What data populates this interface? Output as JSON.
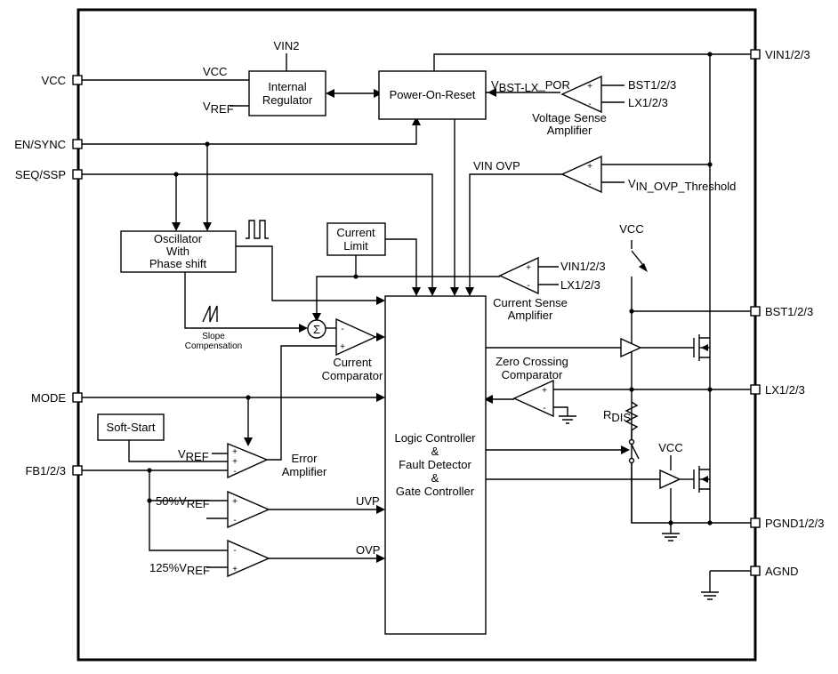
{
  "pins_left": {
    "vcc": "VCC",
    "en_sync": "EN/SYNC",
    "seq_ssp": "SEQ/SSP",
    "mode": "MODE",
    "fb": "FB1/2/3"
  },
  "pins_right": {
    "vin": "VIN1/2/3",
    "bst": "BST1/2/3",
    "lx": "LX1/2/3",
    "pgnd": "PGND1/2/3",
    "agnd": "AGND"
  },
  "blocks": {
    "internal_regulator": [
      "Internal",
      "Regulator"
    ],
    "por": "Power-On-Reset",
    "oscillator": [
      "Oscillator",
      "With",
      "Phase shift"
    ],
    "current_limit": [
      "Current",
      "Limit"
    ],
    "soft_start": "Soft-Start",
    "logic": [
      "Logic Controller",
      "&",
      "Fault Detector",
      "&",
      "Gate Controller"
    ]
  },
  "labels": {
    "vin2": "VIN2",
    "vcc_in": "VCC",
    "vref_main": "V",
    "vref_sub": "REF",
    "vbst_main": "V",
    "vbst_sub": "BST-LX",
    "vbst_tail": "_POR",
    "bst_in": "BST1/2/3",
    "lx_in": "LX1/2/3",
    "voltage_sense": [
      "Voltage Sense",
      "Amplifier"
    ],
    "vin_ovp": "VIN OVP",
    "vin_ovp_th_main": "V",
    "vin_ovp_th_sub": "IN_OVP_Threshold",
    "vin_cs": "VIN1/2/3",
    "lx_cs": "LX1/2/3",
    "current_sense": [
      "Current Sense",
      "Amplifier"
    ],
    "vcc_switch": "VCC",
    "vcc_driver": "VCC",
    "slope": [
      "Slope",
      "Compensation"
    ],
    "current_comp": [
      "Current",
      "Comparator"
    ],
    "zero_cross": [
      "Zero Crossing",
      "Comparator"
    ],
    "rdis_main": "R",
    "rdis_sub": "DIS",
    "error_amp": [
      "Error",
      "Amplifier"
    ],
    "uvp": "UVP",
    "ovp": "OVP",
    "pct50": "50%V",
    "pct125": "125%V",
    "sigma": "Σ"
  }
}
